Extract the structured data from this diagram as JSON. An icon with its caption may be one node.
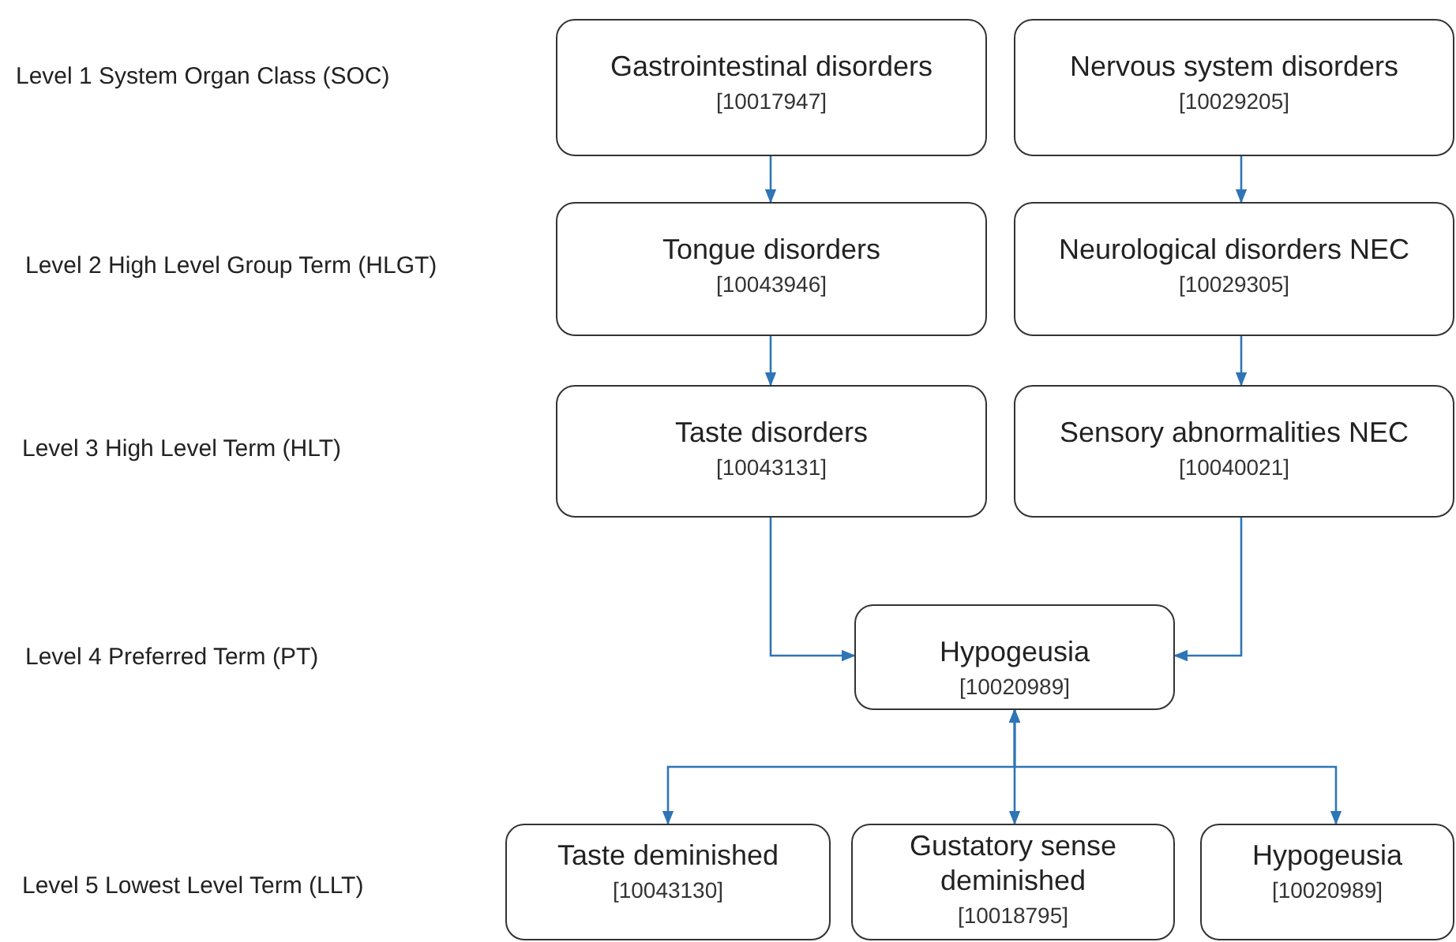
{
  "diagram": {
    "nodes": [
      {
        "text": [
          "Gastrointestinal disorders",
          "[10017947]"
        ]
      },
      {
        "text": [
          "Nervous system disorders",
          "[10029205]"
        ]
      },
      {
        "text": [
          "Tongue disorders",
          "[10043946]"
        ]
      },
      {
        "text": [
          "Neurological disorders NEC",
          "[10029305]"
        ]
      },
      {
        "text": [
          "Taste disorders",
          "[10043131]"
        ]
      },
      {
        "text": [
          "Sensory abnormalities NEC",
          "[10040021]"
        ]
      },
      {
        "text": [
          "Hypogeusia",
          "[10020989]"
        ]
      },
      {
        "text": [
          "Taste deminished",
          "[10043130]"
        ]
      },
      {
        "text": [
          "Gustatory sense deminished",
          "[10018795]"
        ]
      },
      {
        "text": [
          "Hypogeusia",
          "[10020989]"
        ]
      }
    ],
    "edges": [
      {
        "from": 0,
        "to": 2,
        "arrow": "to"
      },
      {
        "from": 1,
        "to": 3,
        "arrow": "to"
      },
      {
        "from": 2,
        "to": 4,
        "arrow": "to"
      },
      {
        "from": 3,
        "to": 5,
        "arrow": "to"
      },
      {
        "from": 4,
        "to": 6,
        "arrow": "to"
      },
      {
        "from": 5,
        "to": 6,
        "arrow": "to"
      },
      {
        "from": 6,
        "to": 7,
        "arrow": "both"
      },
      {
        "from": 6,
        "to": 8,
        "arrow": "both"
      },
      {
        "from": 6,
        "to": 9,
        "arrow": "both"
      }
    ],
    "labels": [
      "Level 1 System Organ Class (SOC)",
      "Level 2 High Level Group Term (HLGT)",
      "Level 3 High Level Term (HLT)",
      "Level 4 Preferred  Term (PT)",
      "Level 5 Lowest Level Term (LLT)"
    ]
  }
}
